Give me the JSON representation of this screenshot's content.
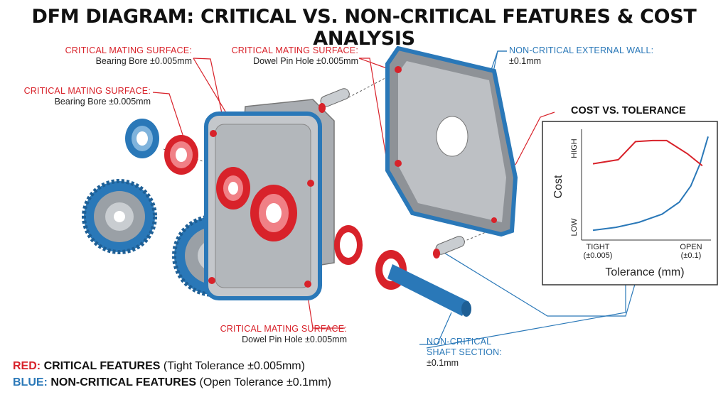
{
  "title": "DFM DIAGRAM: CRITICAL VS. NON-CRITICAL FEATURES & COST ANALYSIS",
  "callouts": {
    "bearing_top": {
      "heading": "CRITICAL MATING SURFACE:",
      "detail": "Bearing Bore ±0.005mm"
    },
    "bearing_left": {
      "heading": "CRITICAL MATING SURFACE:",
      "detail": "Bearing Bore ±0.005mm"
    },
    "dowel_top": {
      "heading": "CRITICAL MATING SURFACE:",
      "detail": "Dowel Pin Hole ±0.005mm"
    },
    "dowel_bottom": {
      "heading": "CRITICAL MATING SURFACE:",
      "detail": "Dowel Pin Hole ±0.005mm"
    },
    "external_wall": {
      "heading": "NON-CRITICAL EXTERNAL WALL:",
      "detail": "±0.1mm"
    },
    "shaft": {
      "heading_line1": "NON-CRITICAL",
      "heading_line2": "SHAFT SECTION:",
      "detail": "±0.1mm"
    }
  },
  "legend": {
    "red_label": "RED:",
    "red_text": "CRITICAL FEATURES",
    "red_detail": "(Tight Tolerance ±0.005mm)",
    "blue_label": "BLUE:",
    "blue_text": "NON-CRITICAL FEATURES",
    "blue_detail": "(Open Tolerance ±0.1mm)"
  },
  "colors": {
    "critical": "#d8222a",
    "non_critical": "#2a78b8",
    "part_gray": "#b9bcc0"
  },
  "chart_data": {
    "type": "line",
    "title": "COST VS. TOLERANCE",
    "xlabel": "Tolerance (mm)",
    "ylabel": "Cost",
    "x_ticks": [
      {
        "label_line1": "TIGHT",
        "label_line2": "(±0.005)"
      },
      {
        "label_line1": "OPEN",
        "label_line2": "(±0.1)"
      }
    ],
    "y_ticks": [
      "LOW",
      "HIGH"
    ],
    "series": [
      {
        "color": "#2a78b8",
        "x": [
          0,
          0.2,
          0.4,
          0.6,
          0.75,
          0.85,
          0.93,
          1.0
        ],
        "y": [
          0.04,
          0.07,
          0.12,
          0.2,
          0.32,
          0.48,
          0.7,
          0.97
        ]
      },
      {
        "color": "#d8222a",
        "x": [
          0.0,
          0.22,
          0.37,
          0.52,
          0.64,
          0.82,
          0.95
        ],
        "y": [
          0.7,
          0.74,
          0.92,
          0.93,
          0.93,
          0.8,
          0.68
        ]
      }
    ]
  }
}
